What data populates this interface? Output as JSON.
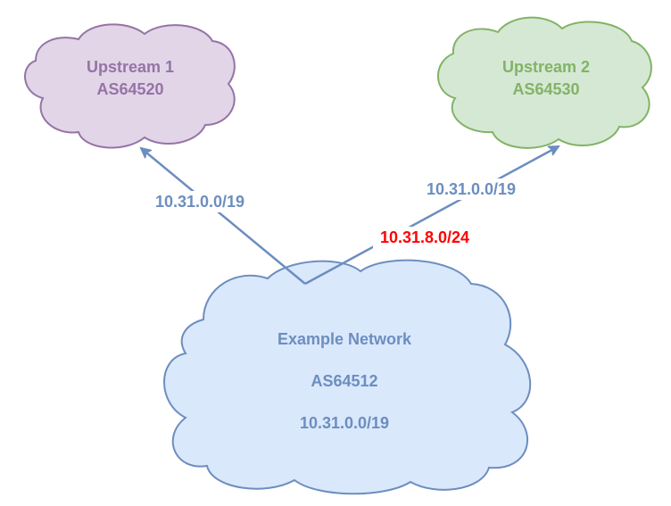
{
  "nodes": {
    "upstream1": {
      "name": "Upstream 1",
      "asn": "AS64520",
      "fill": "#e1d5e7",
      "stroke": "#9673a6"
    },
    "upstream2": {
      "name": "Upstream 2",
      "asn": "AS64530",
      "fill": "#d5e8d4",
      "stroke": "#82b366"
    },
    "example": {
      "name": "Example Network",
      "asn": "AS64512",
      "prefix": "10.31.0.0/19",
      "fill": "#dae8fc",
      "stroke": "#6c8ebf"
    }
  },
  "edges": {
    "to_upstream1": {
      "label": "10.31.0.0/19"
    },
    "to_upstream2": {
      "label": "10.31.0.0/19",
      "label_extra": "10.31.8.0/24",
      "extra_color": "#ff0000"
    }
  },
  "edge_color": "#6c8ebf"
}
